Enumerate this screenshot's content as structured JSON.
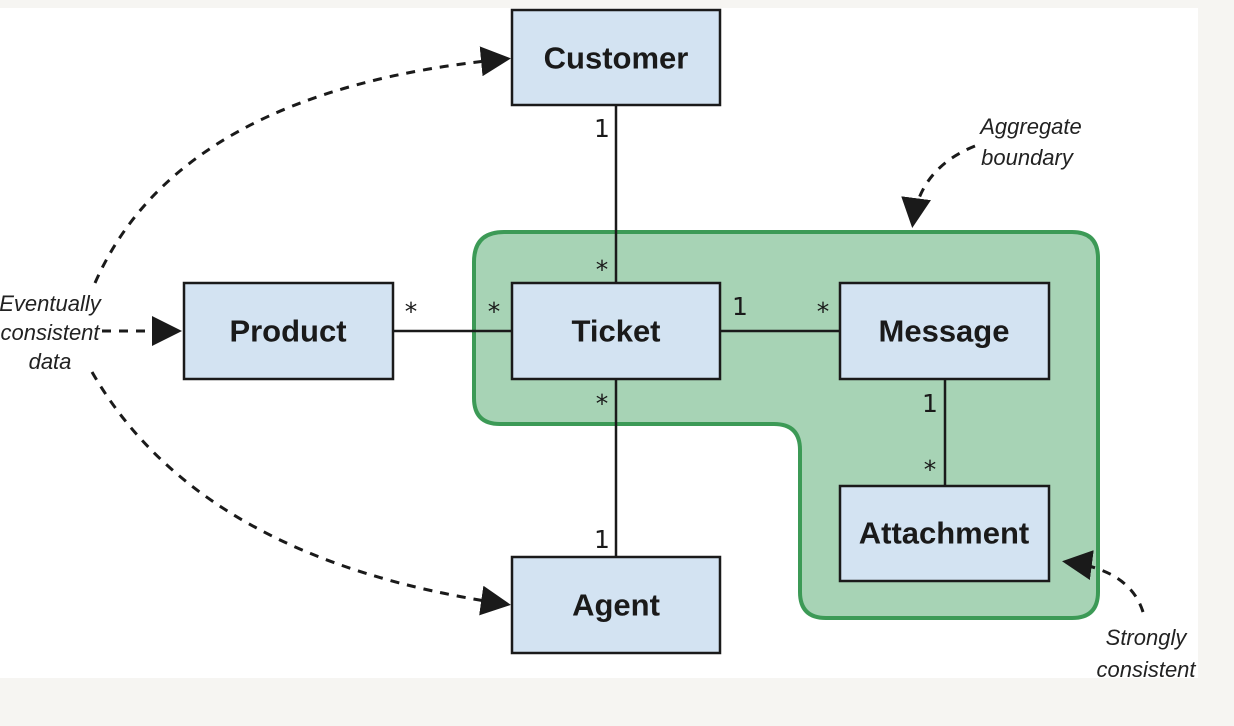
{
  "entities": {
    "customer": "Customer",
    "product": "Product",
    "ticket": "Ticket",
    "message": "Message",
    "attachment": "Attachment",
    "agent": "Agent"
  },
  "multiplicities": {
    "customer_end": "1",
    "ticket_top": "*",
    "product_right": "*",
    "ticket_left": "*",
    "ticket_right": "1",
    "message_left": "*",
    "message_bottom": "1",
    "attachment_top": "*",
    "ticket_bottom": "*",
    "agent_end": "1"
  },
  "annotations": {
    "aggregate_boundary": [
      "Aggregate",
      "boundary"
    ],
    "eventually_consistent": [
      "Eventually",
      "consistent",
      "data"
    ],
    "strongly_consistent": [
      "Strongly",
      "consistent"
    ]
  },
  "colors": {
    "background": "#f6f5f2",
    "canvas": "#ffffff",
    "entity_fill": "#d3e3f2",
    "aggregate_fill": "#a7d3b5",
    "aggregate_stroke": "#3c9a56",
    "line": "#1a1a1a"
  }
}
